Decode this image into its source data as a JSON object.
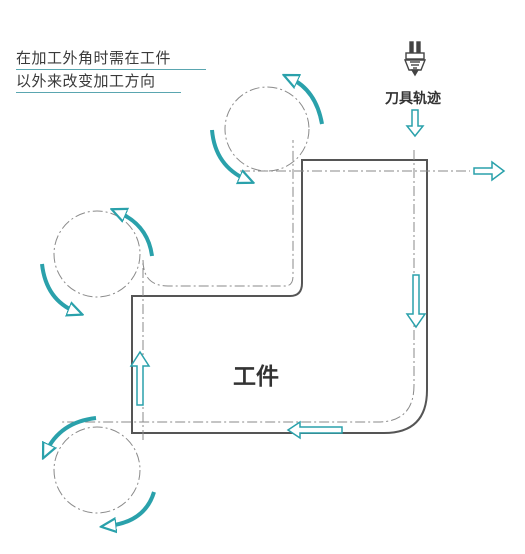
{
  "caption": {
    "line1": "在加工外角时需在工件",
    "line2": "以外来改变加工方向"
  },
  "labels": {
    "workpiece": "工件",
    "tool_path": "刀具轨迹"
  },
  "colors": {
    "arrow": "#2aa1ab",
    "outline": "#555555",
    "path": "#888888",
    "underline": "#5aa6b0"
  },
  "icons": [
    "tool-nozzle-icon",
    "direction-arrow-icon",
    "curved-arrow-icon"
  ]
}
